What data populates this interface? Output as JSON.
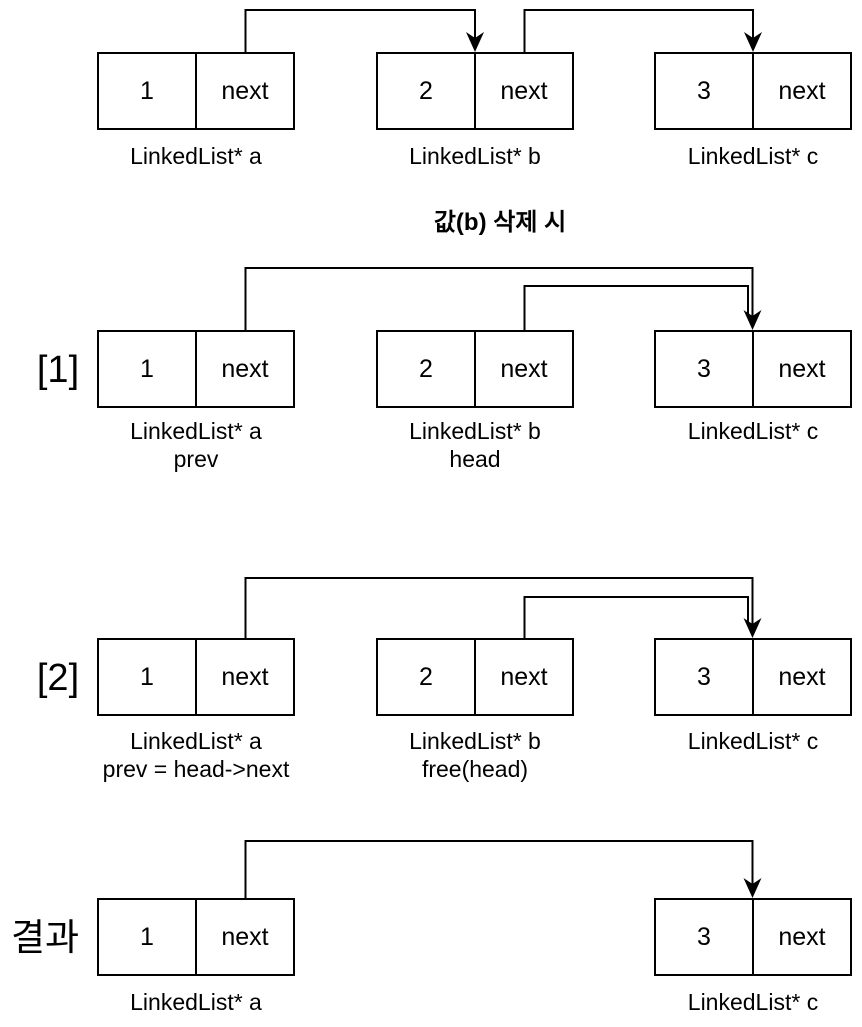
{
  "title": "값(b) 삭제 시",
  "colors": {
    "stroke": "#000000",
    "background": "#ffffff",
    "text": "#000000"
  },
  "rows": [
    {
      "marker": "",
      "nodes": [
        {
          "value": "1",
          "pointer": "next",
          "labels": [
            "LinkedList* a"
          ]
        },
        {
          "value": "2",
          "pointer": "next",
          "labels": [
            "LinkedList* b"
          ]
        },
        {
          "value": "3",
          "pointer": "next",
          "labels": [
            "LinkedList* c"
          ]
        }
      ]
    },
    {
      "marker": "[1]",
      "nodes": [
        {
          "value": "1",
          "pointer": "next",
          "labels": [
            "LinkedList* a",
            "prev"
          ]
        },
        {
          "value": "2",
          "pointer": "next",
          "labels": [
            "LinkedList* b",
            "head"
          ]
        },
        {
          "value": "3",
          "pointer": "next",
          "labels": [
            "LinkedList* c"
          ]
        }
      ]
    },
    {
      "marker": "[2]",
      "nodes": [
        {
          "value": "1",
          "pointer": "next",
          "labels": [
            "LinkedList* a",
            "prev = head->next"
          ]
        },
        {
          "value": "2",
          "pointer": "next",
          "labels": [
            "LinkedList* b",
            "free(head)"
          ]
        },
        {
          "value": "3",
          "pointer": "next",
          "labels": [
            "LinkedList* c"
          ]
        }
      ]
    },
    {
      "marker": "결과",
      "nodes": [
        {
          "value": "1",
          "pointer": "next",
          "labels": [
            "LinkedList* a"
          ]
        },
        {
          "value": "3",
          "pointer": "next",
          "labels": [
            "LinkedList* c"
          ]
        }
      ]
    }
  ]
}
